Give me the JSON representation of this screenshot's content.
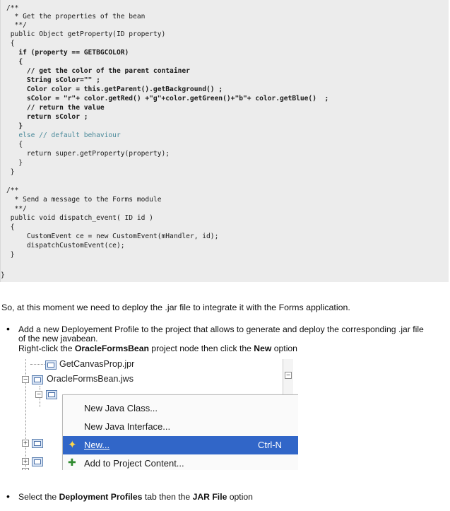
{
  "code_lines": [
    "/**",
    "  * Get the properties of the bean",
    "  **/",
    " public Object getProperty(ID property)",
    " {",
    "   if (property == GETBGCOLOR)",
    "   {",
    "     // get the color of the parent container",
    "     String sColor=\"\" ;",
    "     Color color = this.getParent().getBackground() ;",
    "     sColor = \"r\"+ color.getRed() +\"g\"+color.getGreen()+\"b\"+ color.getBlue()  ;",
    "     // return the value",
    "     return sColor ;",
    "   }",
    "   else // default behaviour",
    "   {",
    "     return super.getProperty(property);",
    "   }",
    " }",
    "",
    "/**",
    "  * Send a message to the Forms module",
    "  **/",
    " public void dispatch_event( ID id )",
    " {",
    "     CustomEvent ce = new CustomEvent(mHandler, id);",
    "     dispatchCustomEvent(ce);",
    " }",
    "",
    "",
    "}"
  ],
  "intro_paragraph": "So, at this moment we need to deploy the .jar file to integrate it with the Forms application.",
  "bullet1": {
    "line1": "Add a new  Deployement Profile to the project that allows to generate and deploy the corresponding .jar file",
    "line2": "of the new javabean.",
    "line3_pre": "Right-click the ",
    "line3_bold1": "OracleFormsBean",
    "line3_mid": " project node then click the ",
    "line3_bold2": "New",
    "line3_post": " option"
  },
  "screenshot": {
    "tree_items": [
      "GetCanvasProp.jpr",
      "OracleFormsBean.jws"
    ],
    "menu_items": [
      {
        "label": "New Java Class...",
        "shortcut": ""
      },
      {
        "label": "New Java Interface...",
        "shortcut": ""
      },
      {
        "label": "New...",
        "shortcut": "Ctrl-N"
      },
      {
        "label": "Add to Project Content...",
        "shortcut": ""
      }
    ]
  },
  "bullet2": {
    "pre": "Select the ",
    "bold1": "Deployment Profiles",
    "mid": " tab then the ",
    "bold2": "JAR File",
    "post": " option"
  }
}
